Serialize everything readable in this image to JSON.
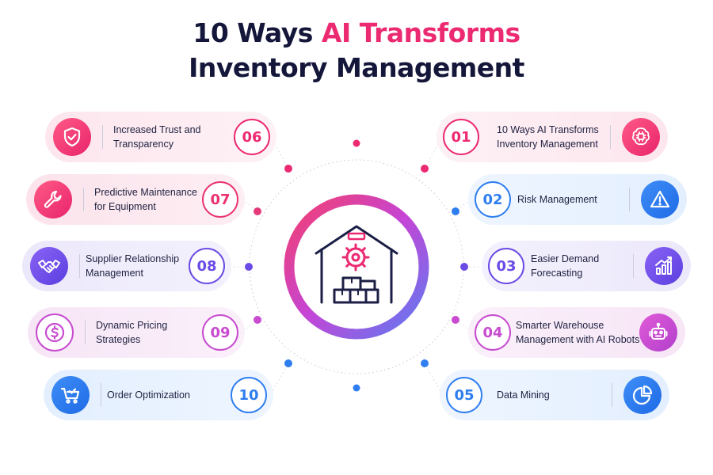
{
  "title": {
    "part1": "10 Ways ",
    "highlight": "AI Transforms",
    "line2": "Inventory Management"
  },
  "colors": {
    "pink": "#ec2a72",
    "magenta": "#d83cb8",
    "purple": "#6b4ae6",
    "blue": "#2f7ef0",
    "navy": "#14163a"
  },
  "items": [
    {
      "number": "01",
      "line1": "10 Ways AI Transforms",
      "line2": "Inventory Management",
      "icon": "brain-chip-icon"
    },
    {
      "number": "02",
      "line1": "Risk Management",
      "line2": "",
      "icon": "warning-triangle-icon"
    },
    {
      "number": "03",
      "line1": "Easier Demand",
      "line2": "Forecasting",
      "icon": "bar-chart-growth-icon"
    },
    {
      "number": "04",
      "line1": "Smarter Warehouse",
      "line2": "Management with AI Robots",
      "icon": "robot-icon"
    },
    {
      "number": "05",
      "line1": "Data Mining",
      "line2": "",
      "icon": "pie-chart-icon"
    },
    {
      "number": "06",
      "line1": "Increased Trust and",
      "line2": "Transparency",
      "icon": "shield-check-icon"
    },
    {
      "number": "07",
      "line1": "Predictive Maintenance",
      "line2": "for Equipment",
      "icon": "wrench-icon"
    },
    {
      "number": "08",
      "line1": "Supplier Relationship",
      "line2": "Management",
      "icon": "handshake-icon"
    },
    {
      "number": "09",
      "line1": "Dynamic Pricing",
      "line2": "Strategies",
      "icon": "dollar-coin-icon"
    },
    {
      "number": "10",
      "line1": "Order Optimization",
      "line2": "",
      "icon": "cart-check-icon"
    }
  ],
  "center": {
    "icon": "warehouse-gear-boxes-icon"
  }
}
